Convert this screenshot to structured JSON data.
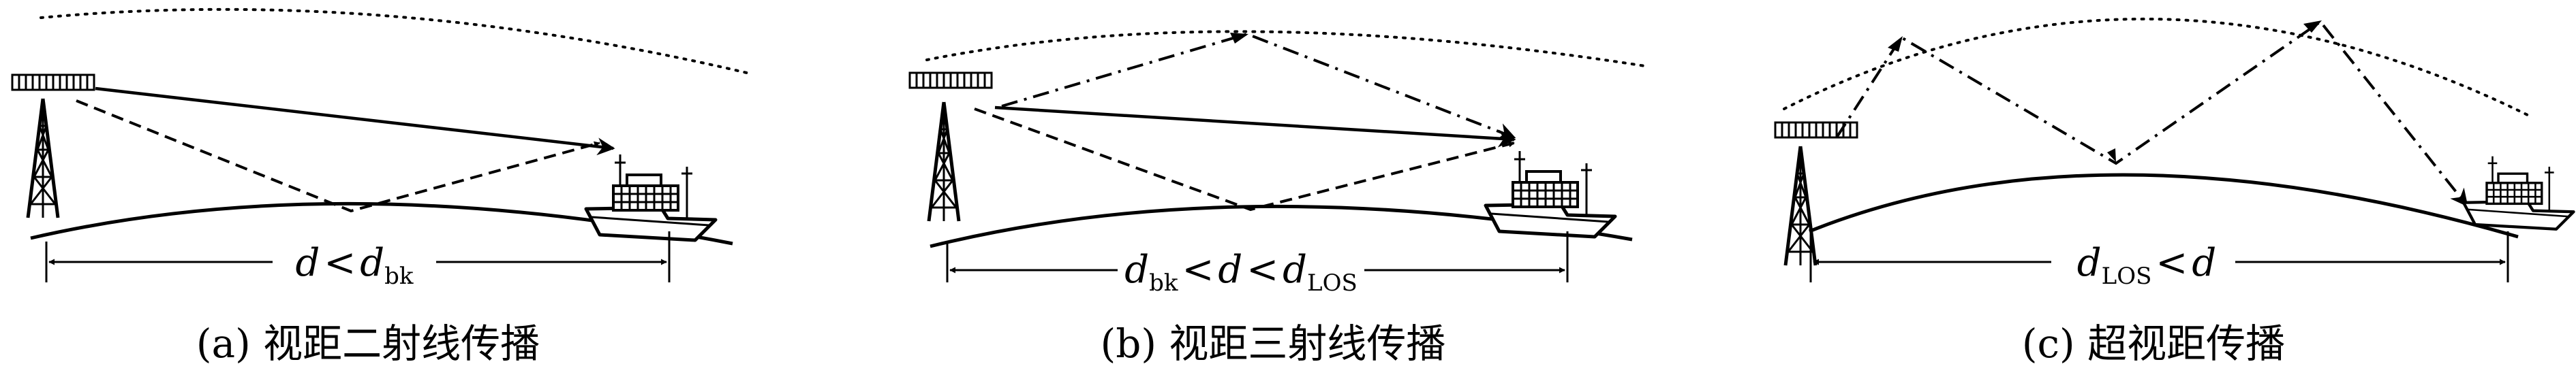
{
  "panels": [
    {
      "distance_label": {
        "a": "d",
        "op": "<",
        "b": "d",
        "b_sub": "bk"
      },
      "caption": "(a) 视距二射线传播"
    },
    {
      "distance_label": {
        "a": "d",
        "a_sub": "bk",
        "op1": "<",
        "b": "d",
        "op2": "<",
        "c": "d",
        "c_sub": "LOS"
      },
      "caption": "(b) 视距三射线传播"
    },
    {
      "distance_label": {
        "a": "d",
        "a_sub": "LOS",
        "op": "<",
        "b": "d"
      },
      "caption": "(c) 超视距传播"
    }
  ]
}
